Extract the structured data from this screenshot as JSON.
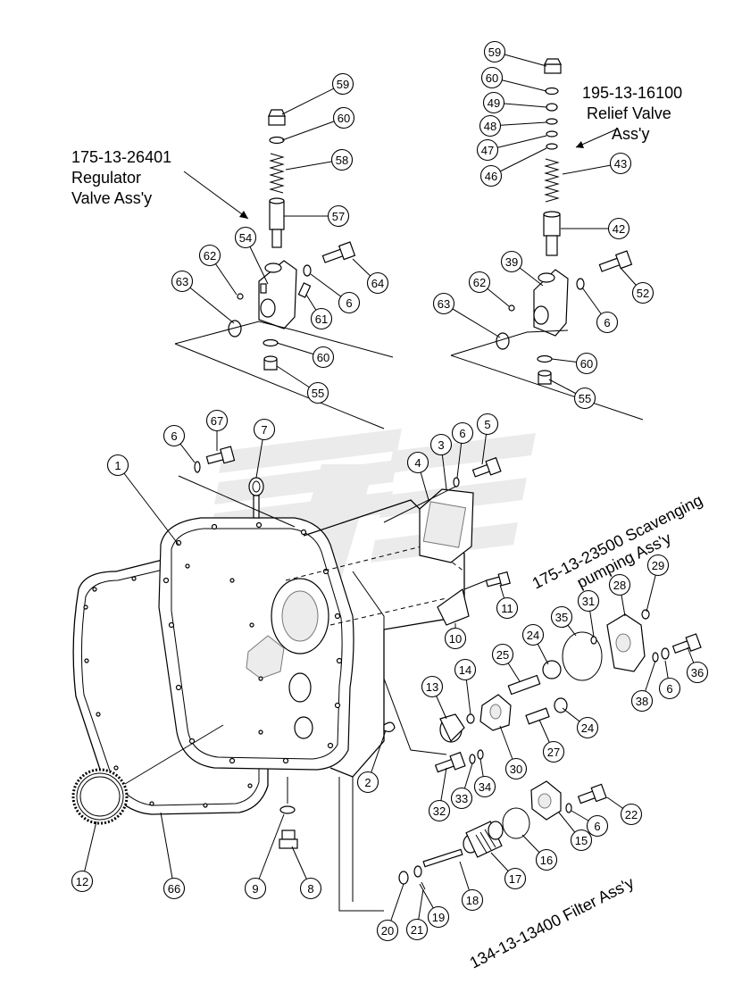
{
  "assemblies": {
    "regulator": {
      "line1": "175-13-26401",
      "line2": "Regulator",
      "line3": "Valve Ass'y"
    },
    "relief": {
      "line1": "195-13-16100",
      "line2": "Relief Valve",
      "line3": "Ass'y"
    },
    "scavenging": {
      "line1": "175-13-23500 Scavenging",
      "line2": "pumping Ass'y"
    },
    "filter": {
      "line1": "134-13-13400 Filter Ass'y"
    }
  },
  "callouts": [
    "59",
    "60",
    "58",
    "57",
    "54",
    "62",
    "63",
    "61",
    "6",
    "64",
    "60",
    "55",
    "59",
    "60",
    "49",
    "48",
    "47",
    "46",
    "43",
    "42",
    "39",
    "62",
    "63",
    "52",
    "6",
    "60",
    "55",
    "67",
    "6",
    "7",
    "1",
    "3",
    "6",
    "5",
    "4",
    "11",
    "10",
    "29",
    "28",
    "31",
    "35",
    "24",
    "25",
    "14",
    "13",
    "38",
    "6",
    "36",
    "24",
    "27",
    "30",
    "2",
    "32",
    "33",
    "34",
    "22",
    "6",
    "15",
    "16",
    "17",
    "18",
    "19",
    "21",
    "20",
    "9",
    "8",
    "12",
    "66"
  ]
}
